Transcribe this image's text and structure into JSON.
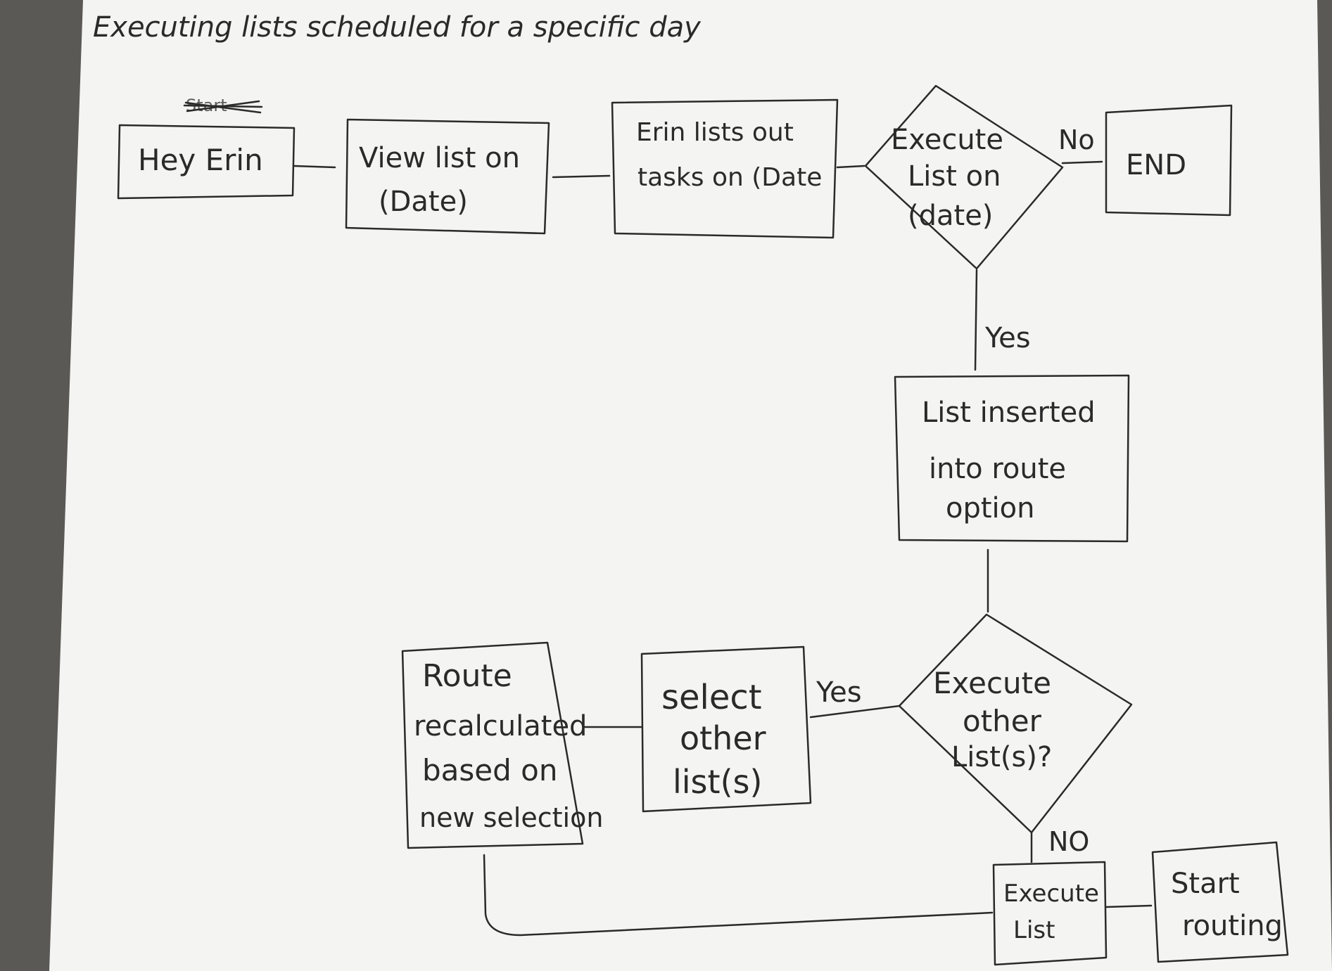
{
  "title": "Executing lists scheduled for a specific day",
  "scratched_text": "Start",
  "nodes": {
    "hey_erin": "Hey Erin",
    "view_list": [
      "View list on",
      "(Date)"
    ],
    "erin_lists": [
      "Erin lists out",
      "tasks on (Date"
    ],
    "execute_list_date": [
      "Execute",
      "List on",
      "(date)"
    ],
    "end": "END",
    "list_inserted": [
      "List inserted",
      "into route",
      "option"
    ],
    "execute_other": [
      "Execute",
      "other",
      "List(s)?"
    ],
    "select_other": [
      "select",
      "other",
      "list(s)"
    ],
    "route_recalc": [
      "Route",
      "recalculated",
      "based on",
      "new selection"
    ],
    "execute_list": [
      "Execute",
      "List"
    ],
    "start_routing": [
      "Start",
      "routing"
    ]
  },
  "edges": {
    "no_1": "No",
    "yes_1": "Yes",
    "yes_2": "Yes",
    "no_2": "NO"
  },
  "colors": {
    "paper": "#f4f4f2",
    "ink": "#2a2a2a",
    "background": "#5b5955"
  }
}
